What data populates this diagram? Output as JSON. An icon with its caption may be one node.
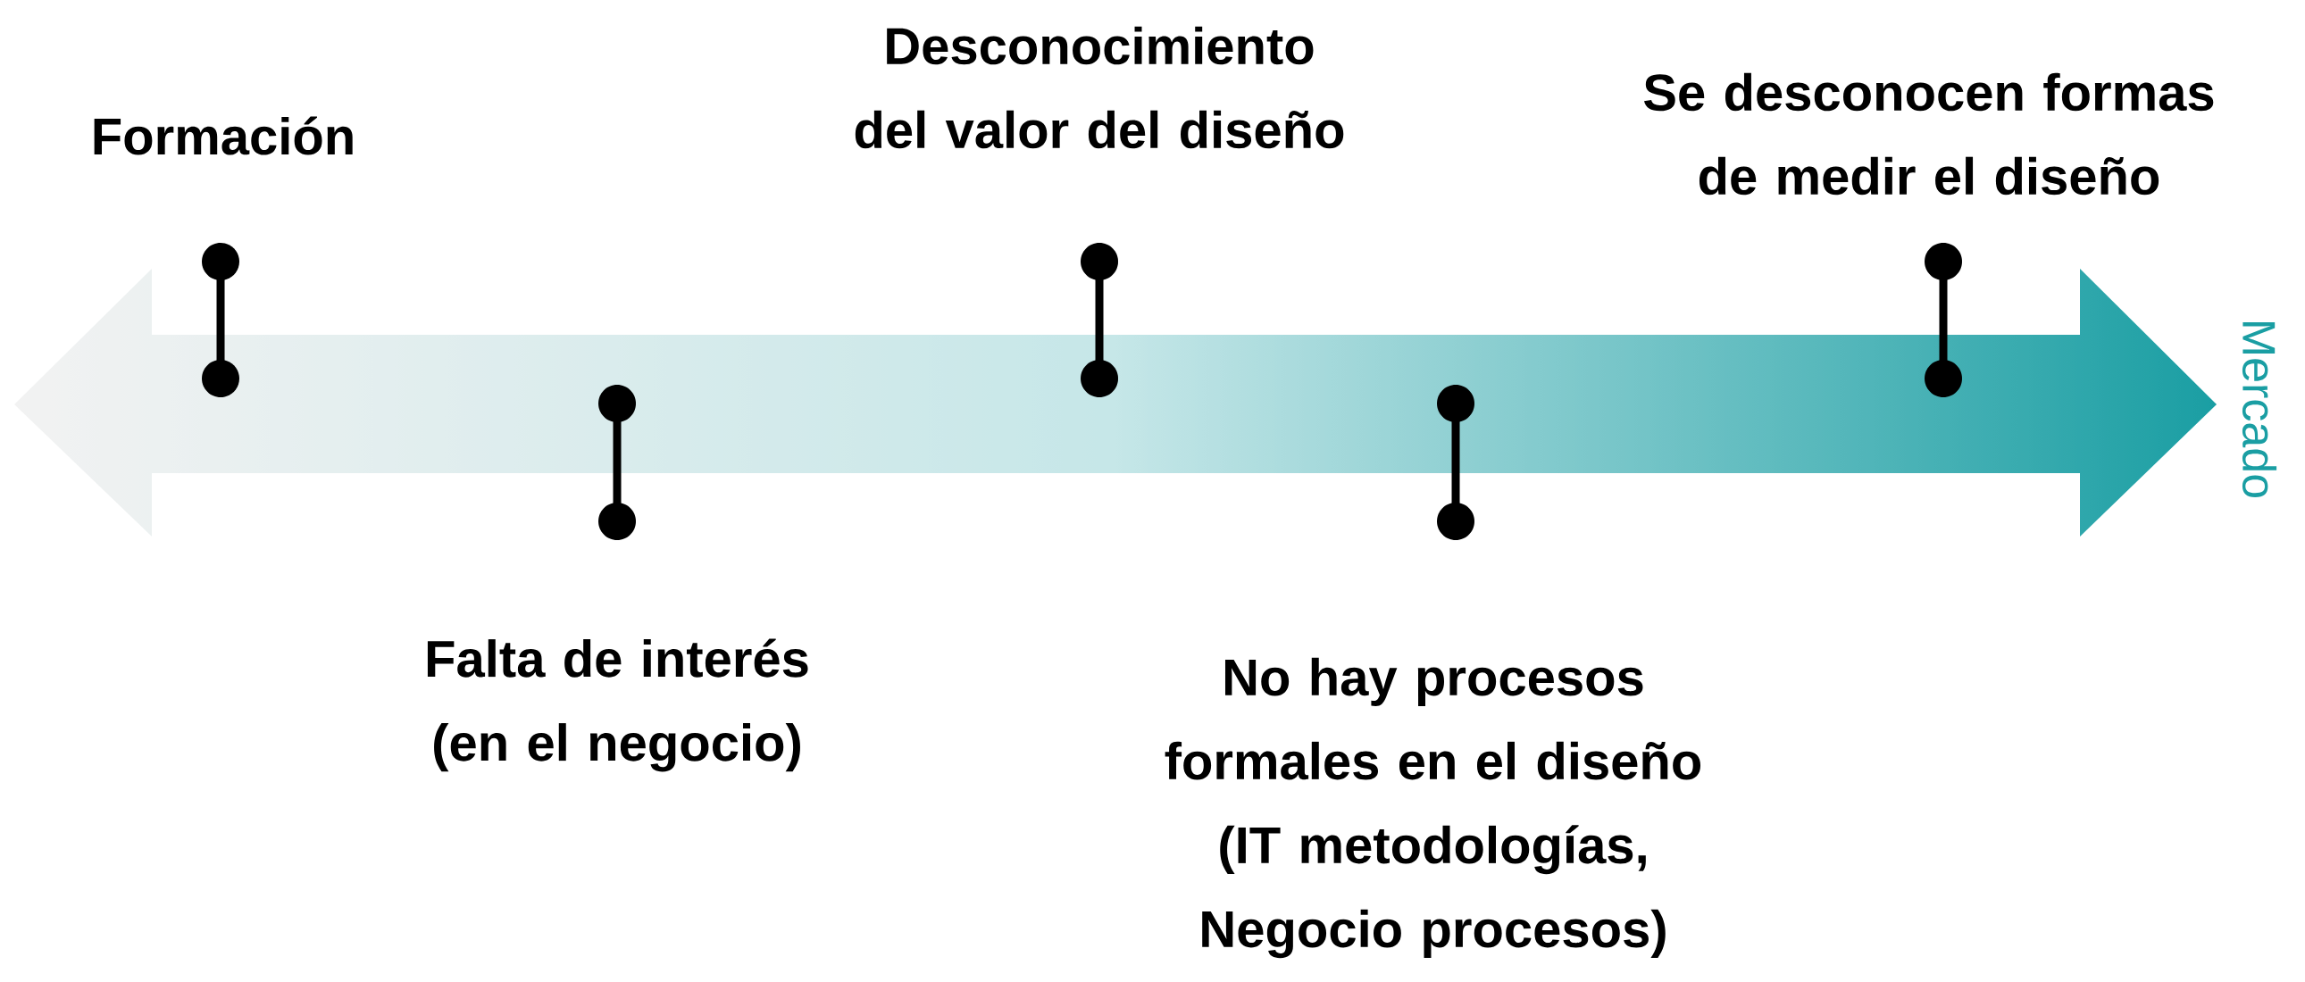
{
  "diagram": {
    "labels": [
      "Formación",
      "Desconocimiento del valor del diseño",
      "Se desconocen formas de medir el diseño",
      "Mercado",
      "Falta de interés (en el negocio)",
      "No hay procesos formales en el diseño (IT metodologías, Negocio procesos)"
    ]
  }
}
